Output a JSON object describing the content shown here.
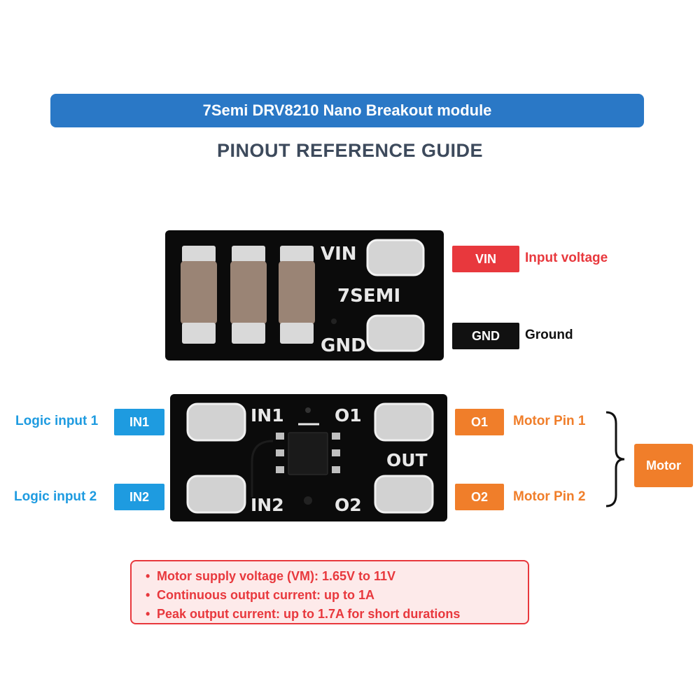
{
  "header": {
    "title": "7Semi DRV8210 Nano Breakout module",
    "subtitle": "PINOUT REFERENCE GUIDE"
  },
  "board_top": {
    "silk_vin": "VIN",
    "silk_brand": "7SEMI",
    "silk_gnd": "GND"
  },
  "board_bottom": {
    "silk_in1": "IN1",
    "silk_in2": "IN2",
    "silk_o1": "O1",
    "silk_o2": "O2",
    "silk_out": "OUT"
  },
  "pins": {
    "vin": {
      "tag": "VIN",
      "label": "Input voltage",
      "color": "#e8383d"
    },
    "gnd": {
      "tag": "GND",
      "label": "Ground",
      "color": "#111111"
    },
    "in1": {
      "tag": "IN1",
      "label": "Logic input 1",
      "color": "#1e9be0"
    },
    "in2": {
      "tag": "IN2",
      "label": "Logic input 2",
      "color": "#1e9be0"
    },
    "o1": {
      "tag": "O1",
      "label": "Motor Pin 1",
      "color": "#f07e2a"
    },
    "o2": {
      "tag": "O2",
      "label": "Motor Pin 2",
      "color": "#f07e2a"
    }
  },
  "motor_label": "Motor",
  "specs": [
    "Motor supply voltage (VM): 1.65V to 11V",
    "Continuous output current: up to 1A",
    "Peak output current: up to 1.7A for short durations"
  ],
  "colors": {
    "title_bar": "#2a78c6",
    "pcb": "#0b0b0b",
    "pad": "#cfcfcf"
  }
}
